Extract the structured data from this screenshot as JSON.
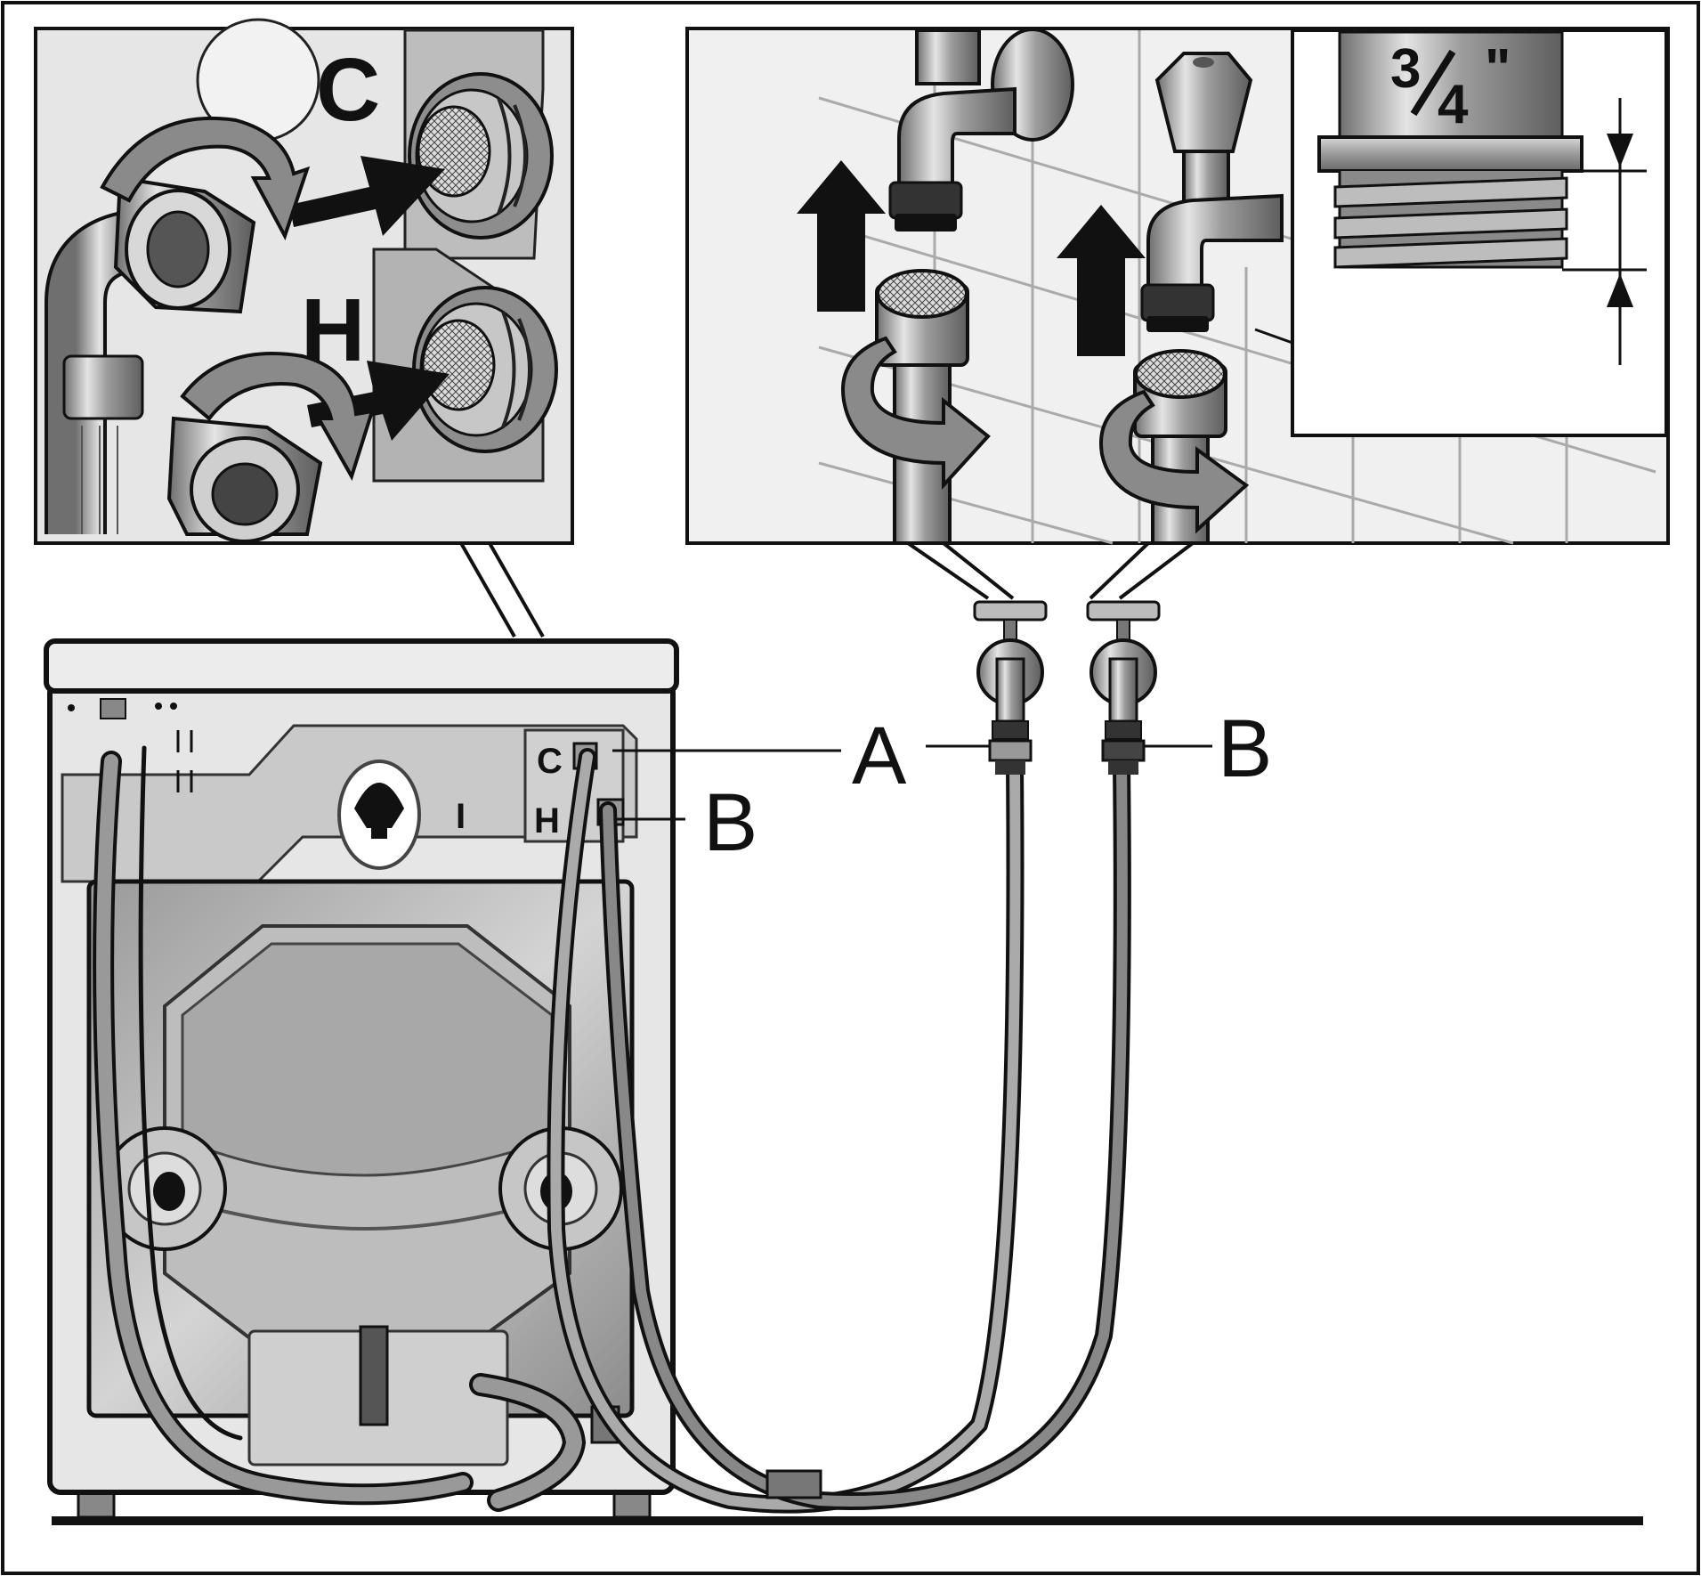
{
  "figure": {
    "colors": {
      "outline": "#111111",
      "steel": "#b8b8b8",
      "steel_dark": "#777777",
      "panel": "#dcdcdc",
      "tile": "#e8e8e8",
      "hose": "#9a9a9a"
    },
    "labels": {
      "callout_a": "A",
      "callout_b_left": "B",
      "callout_b_right": "B",
      "inlet_cold": "C",
      "inlet_hot": "H",
      "panel_cold": "C",
      "panel_hot": "H",
      "panel_marker": "I",
      "thread_whole": "3",
      "thread_denominator": "4",
      "thread_unit": "\""
    }
  }
}
